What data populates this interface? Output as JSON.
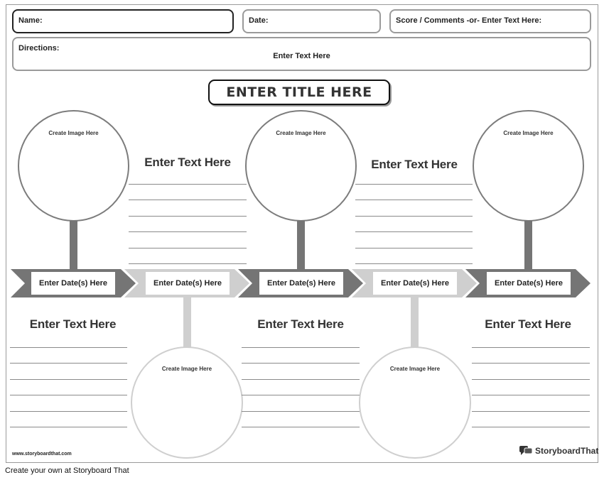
{
  "header": {
    "name_label": "Name:",
    "date_label": "Date:",
    "score_label": "Score / Comments -or- Enter Text Here:",
    "directions_label": "Directions:",
    "directions_text": "Enter Text Here"
  },
  "title": "ENTER TITLE HERE",
  "circles": [
    {
      "label": "Create Image Here"
    },
    {
      "label": "Create Image Here"
    },
    {
      "label": "Create Image Here"
    },
    {
      "label": "Create Image Here"
    },
    {
      "label": "Create Image Here"
    }
  ],
  "dates": [
    "Enter Date(s) Here",
    "Enter Date(s) Here",
    "Enter Date(s) Here",
    "Enter Date(s) Here",
    "Enter Date(s) Here"
  ],
  "text_blocks": [
    "Enter Text Here",
    "Enter Text Here",
    "Enter Text Here",
    "Enter Text Here",
    "Enter Text Here"
  ],
  "footer": {
    "url": "www.storyboardthat.com",
    "brand": "StoryboardThat",
    "caption": "Create your own at Storyboard That"
  },
  "colors": {
    "dark_gray": "#757575",
    "light_gray": "#cfcfcf"
  }
}
